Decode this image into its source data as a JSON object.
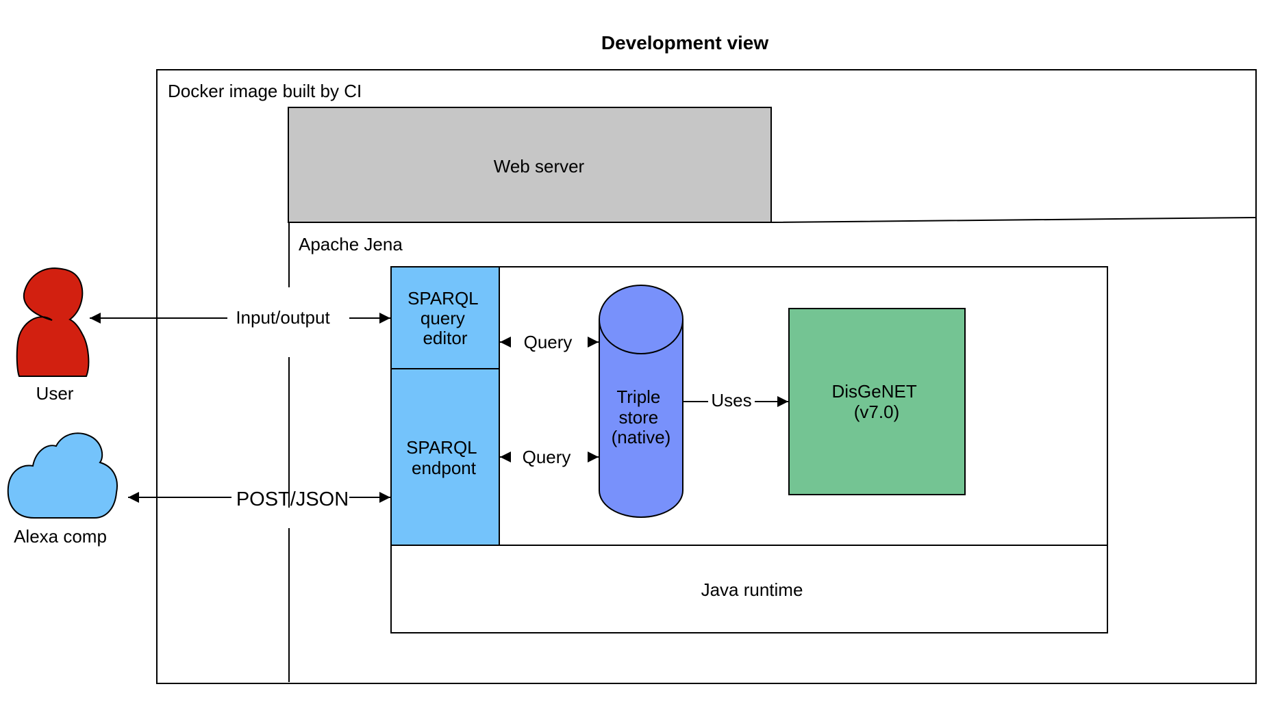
{
  "diagram": {
    "title": "Development view",
    "docker_label": "Docker image built by CI",
    "web_server_label": "Web server",
    "jena_label": "Apache Jena",
    "sparql_editor_label": [
      "SPARQL",
      "query",
      "editor"
    ],
    "sparql_endpoint_label": [
      "SPARQL",
      "endpont"
    ],
    "triple_store_label": [
      "Triple",
      "store",
      "(native)"
    ],
    "disgenet_label": [
      "DisGeNET",
      "(v7.0)"
    ],
    "java_runtime_label": "Java runtime",
    "user_label": "User",
    "alexa_label": "Alexa comp",
    "edges": {
      "input_output": "Input/output",
      "post_json": "POST/JSON",
      "query_top": "Query",
      "query_bottom": "Query",
      "uses": "Uses"
    },
    "colors": {
      "web_server_fill": "#c6c6c6",
      "sparql_fill": "#74c3fb",
      "triple_store_fill": "#7891fb",
      "disgenet_fill": "#74c493",
      "user_fill": "#d22010",
      "cloud_fill": "#74c3fb"
    },
    "icons": {
      "user": "person-icon",
      "alexa": "cloud-icon"
    }
  }
}
